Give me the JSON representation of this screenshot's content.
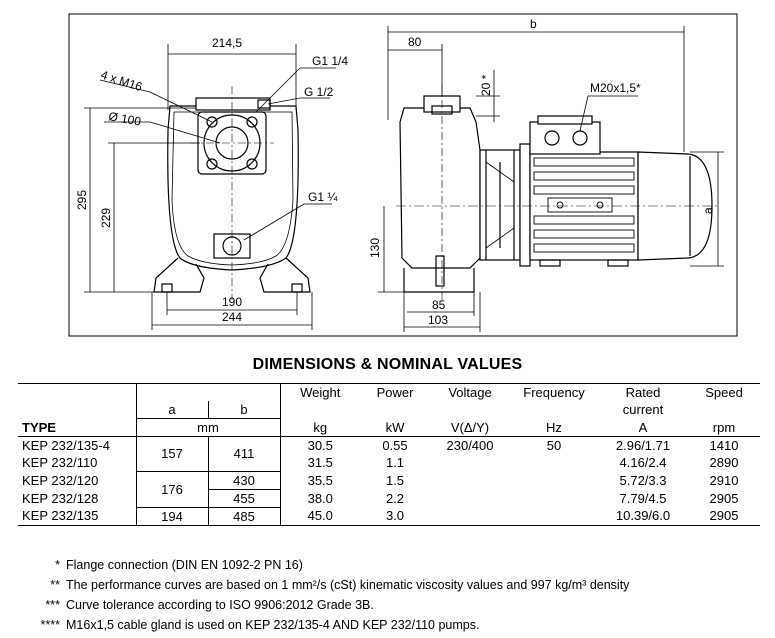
{
  "drawing": {
    "front": {
      "width_top": "214,5",
      "bolts": "4 x M16",
      "diameter": "Ø 100",
      "port_main": "G1 1/4",
      "port_small": "G 1/2",
      "port_drain": "G1 ¼",
      "height_total": "295",
      "height_mid": "229",
      "base_inner": "190",
      "base_outer": "244"
    },
    "side": {
      "overall": "b",
      "offset": "80",
      "flange_height": "20 *",
      "gland": "M20x1,5*",
      "height_axis": "a",
      "height_base": "130",
      "foot_inner": "85",
      "foot_outer": "103"
    }
  },
  "title": "DIMENSIONS & NOMINAL VALUES",
  "table": {
    "headers": {
      "type": "TYPE",
      "a": "a",
      "b": "b",
      "mm": "mm",
      "weight": "Weight",
      "weight_unit": "kg",
      "power": "Power",
      "power_unit": "kW",
      "voltage": "Voltage",
      "voltage_unit": "V(Δ/Y)",
      "frequency": "Frequency",
      "frequency_unit": "Hz",
      "current_1": "Rated",
      "current_2": "current",
      "current_unit": "A",
      "speed": "Speed",
      "speed_unit": "rpm"
    },
    "rows": [
      {
        "type": "KEP 232/135-4",
        "a": "157",
        "b": "411",
        "weight": "30.5",
        "power": "0.55",
        "voltage": "230/400",
        "frequency": "50",
        "current": "2.96/1.71",
        "speed": "1410"
      },
      {
        "type": "KEP 232/110",
        "weight": "31.5",
        "power": "1.1",
        "current": "4.16/2.4",
        "speed": "2890"
      },
      {
        "type": "KEP 232/120",
        "a": "176",
        "b": "430",
        "weight": "35.5",
        "power": "1.5",
        "current": "5.72/3.3",
        "speed": "2910"
      },
      {
        "type": "KEP 232/128",
        "b": "455",
        "weight": "38.0",
        "power": "2.2",
        "current": "7.79/4.5",
        "speed": "2905"
      },
      {
        "type": "KEP 232/135",
        "a": "194",
        "b": "485",
        "weight": "45.0",
        "power": "3.0",
        "current": "10.39/6.0",
        "speed": "2905"
      }
    ]
  },
  "notes": [
    {
      "mark": "*",
      "text": "Flange connection (DIN EN 1092-2 PN 16)"
    },
    {
      "mark": "**",
      "text": "The performance curves are based on 1 mm²/s (cSt) kinematic viscosity values and 997 kg/m³ density"
    },
    {
      "mark": "***",
      "text": "Curve tolerance according to ISO 9906:2012 Grade 3B."
    },
    {
      "mark": "****",
      "text": "M16x1,5 cable gland is used on KEP 232/135-4 AND KEP 232/110 pumps."
    }
  ]
}
